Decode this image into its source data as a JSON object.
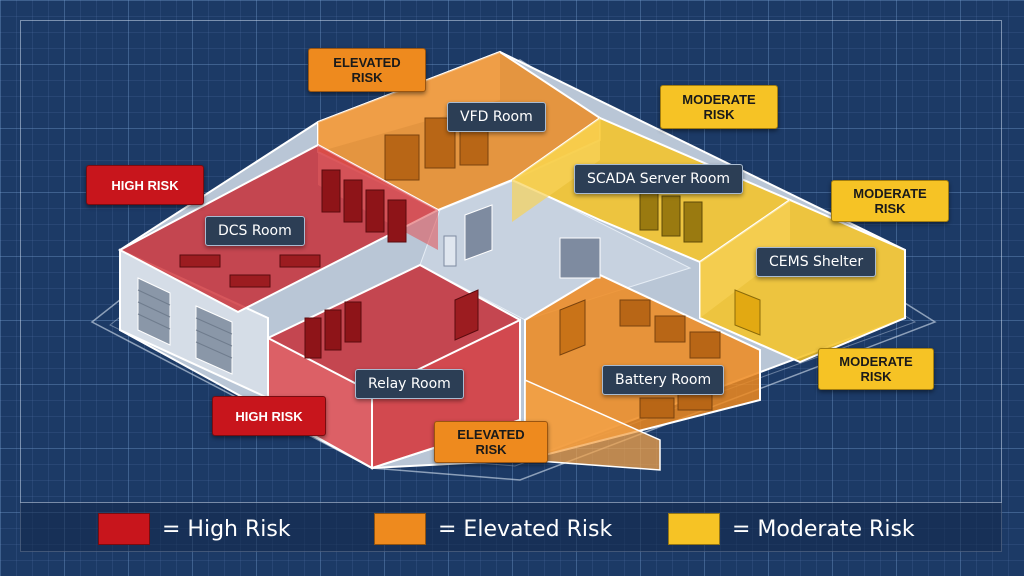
{
  "rooms": [
    {
      "key": "vfd",
      "label": "VFD Room",
      "risk": "elevated"
    },
    {
      "key": "scada",
      "label": "SCADA Server Room",
      "risk": "moderate"
    },
    {
      "key": "dcs",
      "label": "DCS Room",
      "risk": "high"
    },
    {
      "key": "cems",
      "label": "CEMS Shelter",
      "risk": "moderate"
    },
    {
      "key": "relay",
      "label": "Relay Room",
      "risk": "high"
    },
    {
      "key": "battery",
      "label": "Battery Room",
      "risk": "elevated"
    }
  ],
  "badges": {
    "vfd": [
      "ELEVATED",
      "RISK"
    ],
    "scada": [
      "MODERATE",
      "RISK"
    ],
    "dcs": [
      "HIGH RISK"
    ],
    "cems": [
      "MODERATE",
      "RISK"
    ],
    "battery_side": [
      "MODERATE",
      "RISK"
    ],
    "relay": [
      "HIGH RISK"
    ],
    "battery": [
      "ELEVATED",
      "RISK"
    ]
  },
  "legend": [
    {
      "text": "= High Risk",
      "color": "#c8151c"
    },
    {
      "text": "= Elevated Risk",
      "color": "#ee8a1e"
    },
    {
      "text": "= Moderate Risk",
      "color": "#f6c325"
    }
  ],
  "colors": {
    "high": "#c8151c",
    "elevated": "#ee8a1e",
    "moderate": "#f6c325",
    "label_bg": "#2c3e55",
    "blueprint_bg": "#1c3a66"
  }
}
